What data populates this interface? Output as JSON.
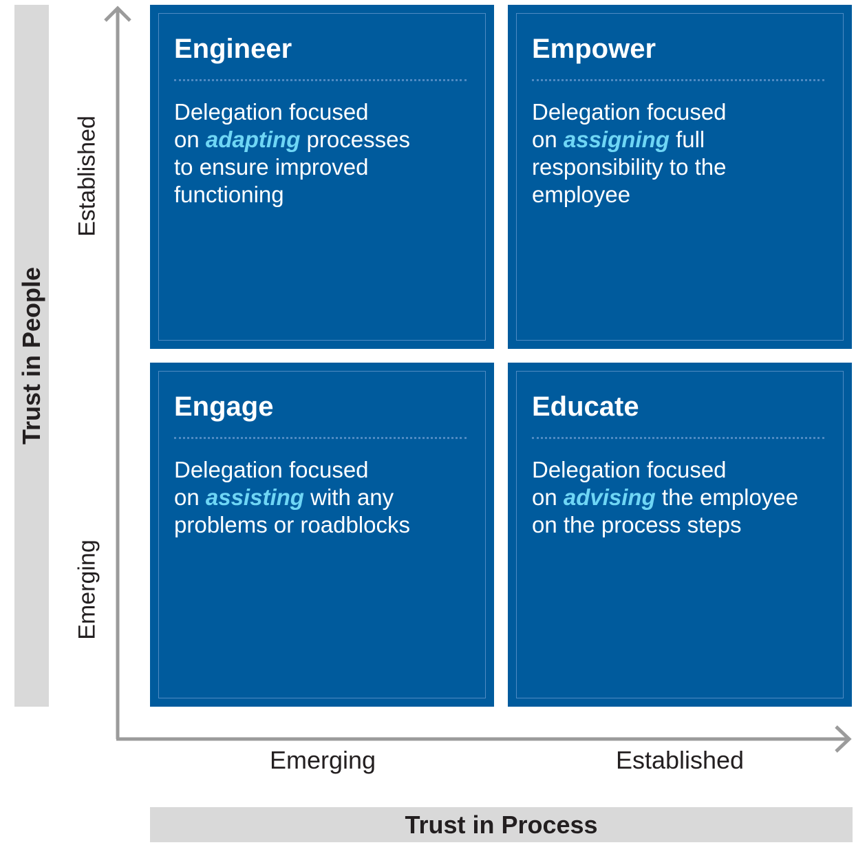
{
  "y_axis": {
    "title": "Trust in People",
    "high": "Established",
    "low": "Emerging"
  },
  "x_axis": {
    "title": "Trust in Process",
    "low": "Emerging",
    "high": "Established"
  },
  "quadrants": {
    "engineer": {
      "title": "Engineer",
      "line1": "Delegation focused",
      "prefix": "on ",
      "keyword": "adapting",
      "suffix": " processes",
      "rest": "to ensure improved functioning"
    },
    "empower": {
      "title": "Empower",
      "line1": "Delegation focused",
      "prefix": "on ",
      "keyword": "assigning",
      "suffix": " full",
      "rest": "responsibility to the employee"
    },
    "engage": {
      "title": "Engage",
      "line1": "Delegation focused",
      "prefix": "on ",
      "keyword": "assisting",
      "suffix": " with any",
      "rest": "problems or roadblocks"
    },
    "educate": {
      "title": "Educate",
      "line1": "Delegation focused",
      "prefix": "on ",
      "keyword": "advising",
      "suffix": " the employee",
      "rest": "on the process steps"
    }
  },
  "colors": {
    "quadrant_fill": "#005b9d",
    "quadrant_border": "#4f8bc3",
    "keyword": "#6fd6f5",
    "axis": "#9b9b9b",
    "band": "#d9d9d9"
  }
}
